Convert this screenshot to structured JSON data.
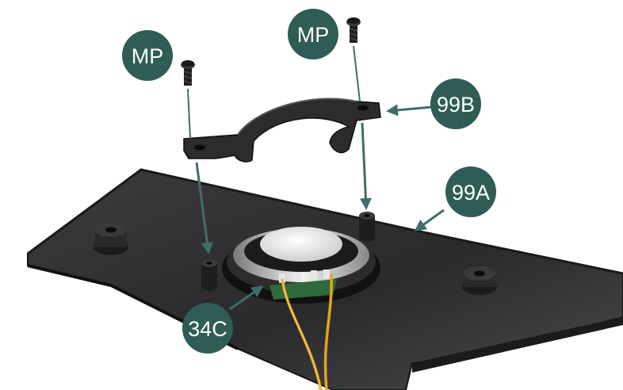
{
  "figure": {
    "labels": {
      "screw_left": "MP",
      "screw_right": "MP",
      "bracket": "99B",
      "panel": "99A",
      "speaker": "34C"
    },
    "colors": {
      "badge": "#2f5c55",
      "arrow": "#3f6e68",
      "panel_dark": "#2b2b2d",
      "wire": "#e8a21a"
    }
  }
}
